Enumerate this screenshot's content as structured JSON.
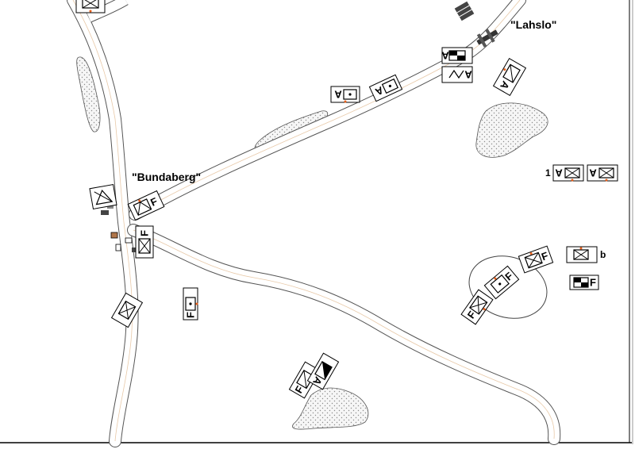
{
  "map": {
    "places": {
      "bundaberg": "\"Bundaberg\"",
      "lahslo": "\"Lahslo\""
    },
    "unit_letters": {
      "antitank": "A",
      "flak": "F"
    },
    "labels": {
      "unit_number": "1",
      "unit_suffix": "b"
    },
    "colors": {
      "road": "#555555",
      "road_center": "#e8c9a8",
      "terrain_fill": "#f4f4f4",
      "terrain_stipple": "#8c8c8c",
      "unit_marker": "#e8601c",
      "frame": "#000000"
    },
    "icons": [
      "nato-unit-symbol",
      "objective-marker",
      "building-icon",
      "bridge-icon"
    ]
  }
}
